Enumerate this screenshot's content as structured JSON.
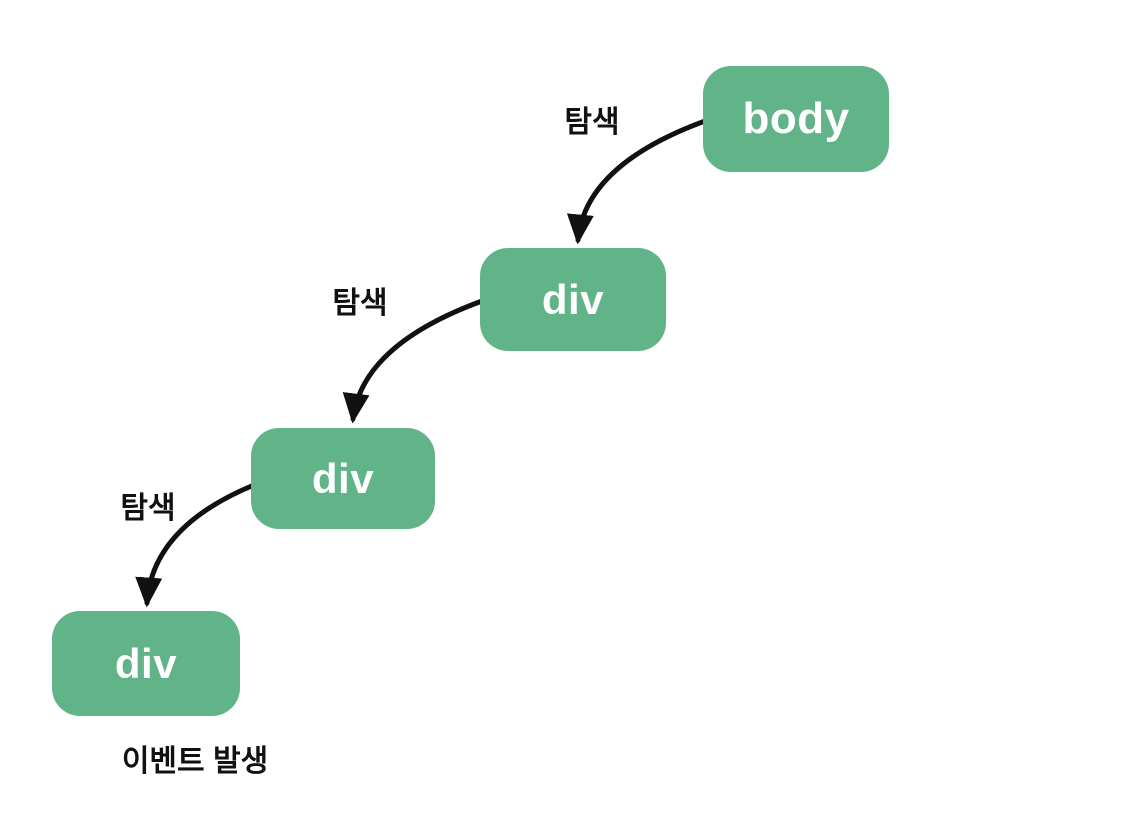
{
  "colors": {
    "background": "#ffffff",
    "node_fill": "#61b487",
    "node_text": "#ffffff",
    "arrow": "#111111",
    "label_text": "#111111"
  },
  "nodes": [
    {
      "id": "body",
      "label": "body"
    },
    {
      "id": "div-1",
      "label": "div"
    },
    {
      "id": "div-2",
      "label": "div"
    },
    {
      "id": "div-3",
      "label": "div"
    }
  ],
  "edges": [
    {
      "from": "body",
      "to": "div-1",
      "label": "탐색"
    },
    {
      "from": "div-1",
      "to": "div-2",
      "label": "탐색"
    },
    {
      "from": "div-2",
      "to": "div-3",
      "label": "탐색"
    }
  ],
  "caption": "이벤트 발생"
}
